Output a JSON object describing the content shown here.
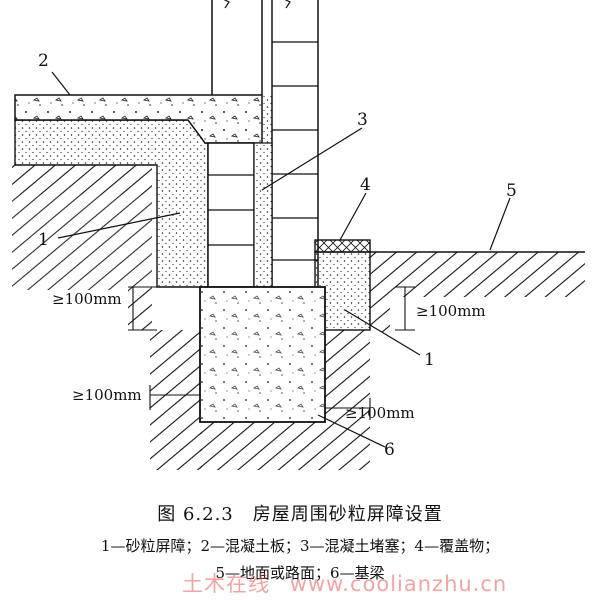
{
  "labels": {
    "l1a": "1",
    "l1b": "1",
    "l2": "2",
    "l3": "3",
    "l4": "4",
    "l5": "5",
    "l6": "6"
  },
  "dimensions": {
    "left_vertical": "≥100mm",
    "right_vertical": "≥100mm",
    "left_horizontal": "≥100mm",
    "right_horizontal": "≥100mm"
  },
  "caption": {
    "title": "图 6.2.3　房屋周围砂粒屏障设置",
    "legend_line1": "1—砂粒屏障；2—混凝土板；3—混凝土堵塞；4—覆盖物；",
    "legend_line2": "5—地面或路面；6—基梁"
  },
  "watermark": {
    "cn": "土木在线",
    "url": "www.coolianzhu.cn"
  },
  "colors": {
    "line": "#111111",
    "watermark": "#e65a5a"
  }
}
